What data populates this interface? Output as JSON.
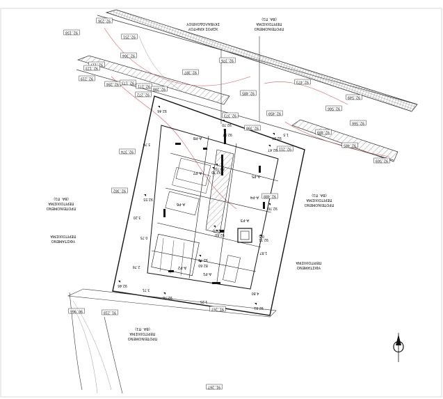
{
  "elevations": [
    {
      "id": "e1",
      "text": "92.236"
    },
    {
      "id": "e2",
      "text": "92.158"
    },
    {
      "id": "e3",
      "text": "92.251"
    },
    {
      "id": "e4",
      "text": "92.304"
    },
    {
      "id": "e5",
      "text": "92.117"
    },
    {
      "id": "e6",
      "text": "92.123"
    },
    {
      "id": "e7",
      "text": "92.219"
    },
    {
      "id": "e8",
      "text": "92.284"
    },
    {
      "id": "e9",
      "text": "92.173"
    },
    {
      "id": "e10",
      "text": "92.271"
    },
    {
      "id": "e11",
      "text": "92.272"
    },
    {
      "id": "e12",
      "text": "92.200"
    },
    {
      "id": "e13",
      "text": "92.387"
    },
    {
      "id": "e14",
      "text": "92.376"
    },
    {
      "id": "e15",
      "text": "92.485"
    },
    {
      "id": "e16",
      "text": "92.473"
    },
    {
      "id": "e17",
      "text": "92.549"
    },
    {
      "id": "e18",
      "text": "92.566"
    },
    {
      "id": "e19",
      "text": "92.450"
    },
    {
      "id": "e20",
      "text": "92.373"
    },
    {
      "id": "e21",
      "text": "92.566"
    },
    {
      "id": "e22",
      "text": "92.489"
    },
    {
      "id": "e23",
      "text": "92.485"
    },
    {
      "id": "e24",
      "text": "92.398"
    },
    {
      "id": "e25",
      "text": "92.569"
    },
    {
      "id": "e26",
      "text": "92.374"
    },
    {
      "id": "e27",
      "text": "92.382"
    },
    {
      "id": "e28",
      "text": "92.488"
    },
    {
      "id": "e29",
      "text": "92.211"
    },
    {
      "id": "e30",
      "text": "91.267"
    },
    {
      "id": "e31",
      "text": "91.218"
    },
    {
      "id": "e32",
      "text": "90.966"
    },
    {
      "id": "e33",
      "text": "91.267"
    }
  ],
  "notes": [
    {
      "id": "n1",
      "lines": [
        "ΠΡΟΤΕΙΝΟΜΕΝΟ",
        "ΠΕΡΙΤΟΙΧΙΣΜΑ",
        "(ΒΑ. Π1)"
      ]
    },
    {
      "id": "n2",
      "lines": [
        "ΧΩΡΟΣ ΚΙΝΗΤΟΥ",
        "ΣΚΥΒΑΛΟΔΟΧΕΙΟΥ"
      ]
    },
    {
      "id": "n3",
      "lines": [
        "ΠΡΟΤΕΙΝΟΜΕΝΟ",
        "ΠΕΡΙΤΟΙΧΙΣΜΑ",
        "(ΒΑ. Π1)"
      ]
    },
    {
      "id": "n4",
      "lines": [
        "ΠΡΟΤΕΙΝΟΜΕΝΟ",
        "ΠΕΡΙΤΟΙΧΙΣΜΑ",
        "(ΒΑ. Π1)"
      ]
    },
    {
      "id": "n5",
      "lines": [
        "ΥΦΙΣΤΑΜΕΝΟ",
        "ΠΕΡΙΤΟΙΧΙΣΜΑ"
      ]
    },
    {
      "id": "n6",
      "lines": [
        "ΥΦΙΣΤΑΜΕΝΟ",
        "ΠΕΡΙΤΟΙΧΙΣΜΑ"
      ]
    },
    {
      "id": "n7",
      "lines": [
        "ΠΡΟΤΕΙΝΟΜΕΝΟ",
        "ΠΕΡΙΤΟΙΧΙΣΜΑ",
        "(ΒΑ. Π1)"
      ]
    }
  ],
  "rooms": [
    {
      "id": "r1",
      "text": "Α-Ρ8"
    },
    {
      "id": "r2",
      "text": "Α-Ρ7"
    },
    {
      "id": "r3",
      "text": "Α-Ρ5"
    },
    {
      "id": "r4",
      "text": "Α-Ρ6"
    },
    {
      "id": "r5",
      "text": "Α-Ρ4"
    },
    {
      "id": "r6",
      "text": "Α-Ρ3"
    },
    {
      "id": "r7",
      "text": "Α-Ρ2"
    },
    {
      "id": "r8",
      "text": "Α-Ρ1"
    }
  ],
  "levels": [
    {
      "id": "l1",
      "text": "92.97"
    },
    {
      "id": "l2",
      "text": "92.70"
    },
    {
      "id": "l3",
      "text": "82.70"
    },
    {
      "id": "l4",
      "text": "92.55"
    },
    {
      "id": "l5",
      "text": "92.76"
    },
    {
      "id": "l6",
      "text": "92.70"
    },
    {
      "id": "l7",
      "text": "92.60"
    },
    {
      "id": "l8",
      "text": "92.70"
    },
    {
      "id": "l9",
      "text": "82.60"
    },
    {
      "id": "l10",
      "text": "92.71"
    },
    {
      "id": "l11",
      "text": "92.76"
    },
    {
      "id": "l12",
      "text": "92.46"
    },
    {
      "id": "l13",
      "text": "92.81"
    },
    {
      "id": "l14",
      "text": "92.46"
    },
    {
      "id": "l15",
      "text": "92.47"
    },
    {
      "id": "l16",
      "text": "92.87"
    },
    {
      "id": "l17",
      "text": "92.70"
    }
  ],
  "dims": [
    {
      "id": "d1",
      "text": "3.20"
    },
    {
      "id": "d2",
      "text": "0.75"
    },
    {
      "id": "d3",
      "text": "3.76"
    },
    {
      "id": "d4",
      "text": "2.76"
    },
    {
      "id": "d5",
      "text": "1.87"
    },
    {
      "id": "d6",
      "text": "4.80"
    },
    {
      "id": "d7",
      "text": "3.71"
    },
    {
      "id": "d8",
      "text": "1.25"
    },
    {
      "id": "d9",
      "text": "0.5"
    },
    {
      "id": "d10",
      "text": "1.5"
    }
  ]
}
